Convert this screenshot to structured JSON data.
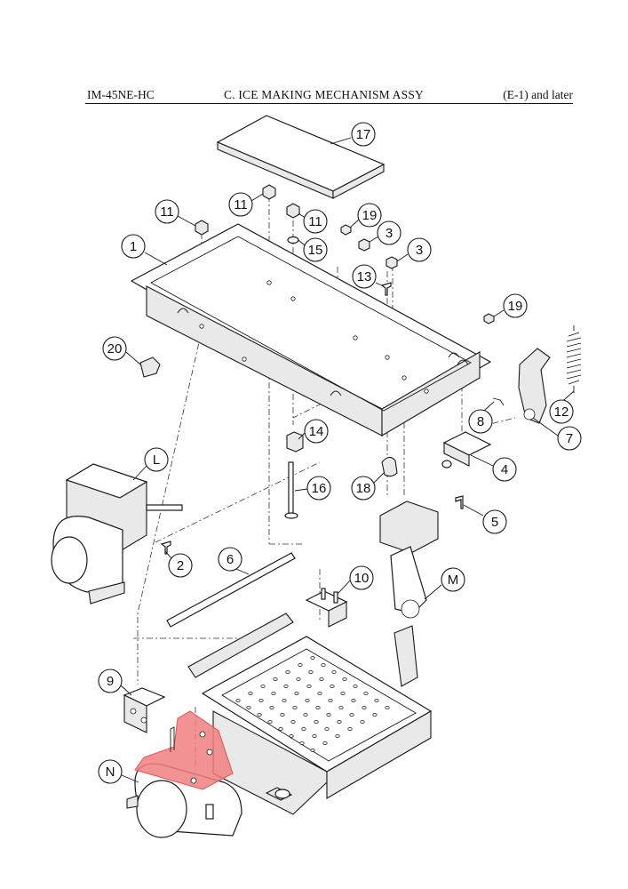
{
  "header": {
    "left": "IM-45NE-HC",
    "center": "C. ICE MAKING MECHANISM ASSY",
    "right": "(E-1) and later"
  },
  "highlight_color": "#f07f7f",
  "callouts": [
    "17",
    "11",
    "11",
    "11",
    "19",
    "3",
    "15",
    "1",
    "3",
    "13",
    "19",
    "20",
    "8",
    "12",
    "7",
    "14",
    "4",
    "L",
    "16",
    "18",
    "5",
    "2",
    "6",
    "10",
    "M",
    "9",
    "N"
  ]
}
